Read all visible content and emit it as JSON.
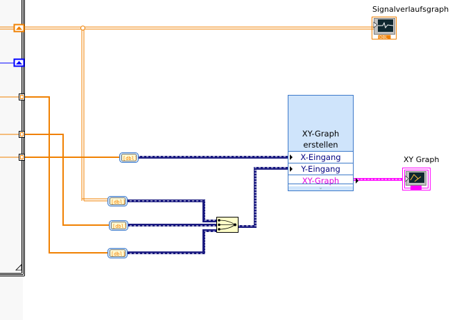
{
  "diagram": {
    "terminals_left": {
      "orange_indicator": "up-triangle-icon",
      "blue_indicator": "up-triangle-icon"
    },
    "waveform_graph": {
      "label": "Signalverlaufsgraph",
      "type_badge": "DBL",
      "color": "#f08000"
    },
    "xy_express_vi": {
      "title_line1": "XY-Graph",
      "title_line2": "erstellen",
      "inputs": [
        "X-Eingang",
        "Y-Eingang"
      ],
      "output": "XY-Graph",
      "output_color": "#e000e0"
    },
    "xy_graph": {
      "label": "XY Graph",
      "color": "#ff00ff"
    },
    "conversion_nodes": [
      {
        "label": "[dbl]"
      },
      {
        "label": "[dbl]"
      },
      {
        "label": "[dbl]"
      },
      {
        "label": "[dbl]"
      }
    ],
    "colors": {
      "orange_wire": "#f08000",
      "dynamic_wire": "#1a1a80",
      "xy_wire": "#ff00ff",
      "node_bg": "#cfe4fb",
      "node_border": "#3b78c9",
      "merge_bg": "#ffffc8"
    }
  }
}
